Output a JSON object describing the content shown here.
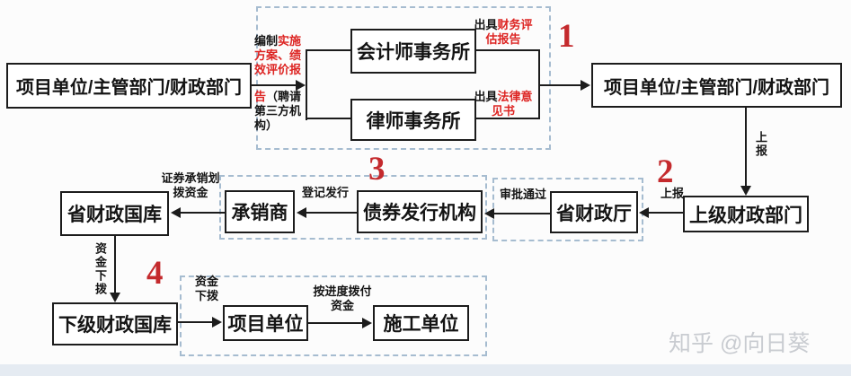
{
  "colors": {
    "red_text": "#dd2523",
    "step_number": "#c42a2d",
    "dashed_border": "#a6bcd0",
    "box_border": "#1c1c1c",
    "line_color": "#1c1c1c",
    "footer_strip": "#e5ebf2",
    "watermark": "#c9ccd1",
    "bg": "#fcfcfc"
  },
  "boxes": {
    "project_unit_left": "项目单位/主管部门/财政部门",
    "accounting_firm": "会计师事务所",
    "law_firm": "律师事务所",
    "project_unit_right": "项目单位/主管部门/财政部门",
    "higher_finance_dept": "上级财政部门",
    "provincial_finance_dept": "省财政厅",
    "bond_issuer": "债券发行机构",
    "underwriter": "承销商",
    "provincial_treasury": "省财政国库",
    "lower_treasury": "下级财政国库",
    "project_unit_bottom": "项目单位",
    "construction_unit": "施工单位"
  },
  "steps": {
    "s1": "1",
    "s2": "2",
    "s3": "3",
    "s4": "4"
  },
  "labels": {
    "compile_top_black": "编制",
    "compile_top_red": "实施方案、绩效评价报",
    "compile_bottom_red": "告",
    "compile_bottom_black": "（聘请第三方机构）",
    "issue_financial_black": "出具",
    "issue_financial_red": "财务评估报告",
    "issue_legal_black": "出具",
    "issue_legal_red": "法律意见书",
    "report_up_right": "上报",
    "report_up_mid": "上报",
    "approval_passed": "审批通过",
    "register_issue": "登记发行",
    "underwriting_transfer": "证券承销划拨资金",
    "funds_down_left": "资金下拨",
    "funds_down_mid": "资金下拨",
    "progress_payment": "按进度拨付资金"
  },
  "watermark": "知乎 @向日葵"
}
